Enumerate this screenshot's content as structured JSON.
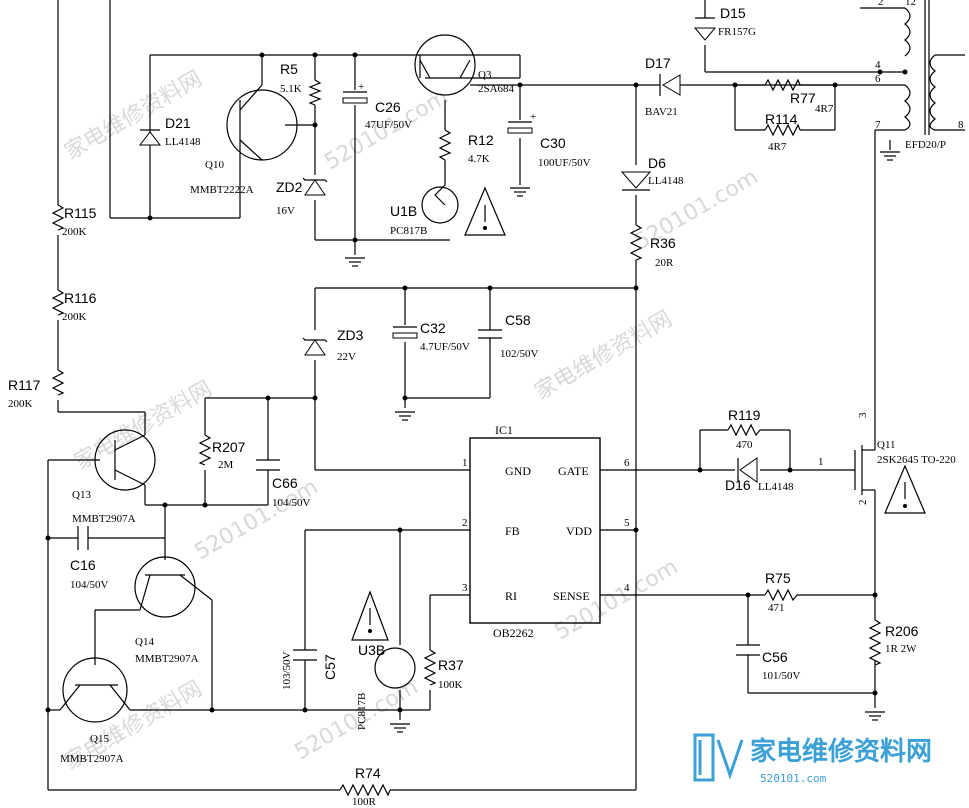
{
  "components": {
    "d15": {
      "ref": "D15",
      "value": "FR157G"
    },
    "d17": {
      "ref": "D17",
      "value": "BAV21"
    },
    "d6": {
      "ref": "D6",
      "value": "LL4148"
    },
    "d21": {
      "ref": "D21",
      "value": "LL4148"
    },
    "d16": {
      "ref": "D16",
      "value": "LL4148"
    },
    "r5": {
      "ref": "R5",
      "value": "5.1K"
    },
    "r12": {
      "ref": "R12",
      "value": "4.7K"
    },
    "r36": {
      "ref": "R36",
      "value": "20R"
    },
    "r77": {
      "ref": "R77",
      "value": "4R7"
    },
    "r114": {
      "ref": "R114",
      "value": "4R7"
    },
    "r115": {
      "ref": "R115",
      "value": "200K"
    },
    "r116": {
      "ref": "R116",
      "value": "200K"
    },
    "r117": {
      "ref": "R117",
      "value": "200K"
    },
    "r207": {
      "ref": "R207",
      "value": "2M"
    },
    "r119": {
      "ref": "R119",
      "value": "470"
    },
    "r75": {
      "ref": "R75",
      "value": "471"
    },
    "r206": {
      "ref": "R206",
      "value": "1R 2W"
    },
    "r37": {
      "ref": "R37",
      "value": "100K"
    },
    "r74": {
      "ref": "R74",
      "value": "100R"
    },
    "c26": {
      "ref": "C26",
      "value": "47UF/50V"
    },
    "c30": {
      "ref": "C30",
      "value": "100UF/50V"
    },
    "c32": {
      "ref": "C32",
      "value": "4.7UF/50V"
    },
    "c58": {
      "ref": "C58",
      "value": "102/50V"
    },
    "c66": {
      "ref": "C66",
      "value": "104/50V"
    },
    "c16": {
      "ref": "C16",
      "value": "104/50V"
    },
    "c57": {
      "ref": "C57",
      "value": "103/50V"
    },
    "c56": {
      "ref": "C56",
      "value": "101/50V"
    },
    "q3": {
      "ref": "Q3",
      "value": "2SA684"
    },
    "q10": {
      "ref": "Q10",
      "value": "MMBT2222A"
    },
    "q13": {
      "ref": "Q13",
      "value": "MMBT2907A"
    },
    "q14": {
      "ref": "Q14",
      "value": "MMBT2907A"
    },
    "q15": {
      "ref": "Q15",
      "value": "MMBT2907A"
    },
    "q11": {
      "ref": "Q11",
      "value": "2SK2645 TO-220"
    },
    "zd2": {
      "ref": "ZD2",
      "value": "16V"
    },
    "zd3": {
      "ref": "ZD3",
      "value": "22V"
    },
    "u1b": {
      "ref": "U1B",
      "value": "PC817B"
    },
    "u3b": {
      "ref": "U3B",
      "value": "PC817B"
    },
    "t1": {
      "ref": "EFD20/P"
    }
  },
  "ic1": {
    "ref": "IC1",
    "part": "OB2262",
    "pins": {
      "gnd": {
        "num": "1",
        "name": "GND"
      },
      "fb": {
        "num": "2",
        "name": "FB"
      },
      "ri": {
        "num": "3",
        "name": "RI"
      },
      "sense": {
        "num": "4",
        "name": "SENSE"
      },
      "vdd": {
        "num": "5",
        "name": "VDD"
      },
      "gate": {
        "num": "6",
        "name": "GATE"
      }
    }
  },
  "pin_numbers": {
    "t_2": "2",
    "t_12": "12",
    "t_4": "4",
    "t_6": "6",
    "t_7": "7",
    "t_8": "8",
    "q11_gate": "1",
    "q11_drain": "3",
    "q11_source": "2"
  },
  "watermark": {
    "text": "家电维修资料网",
    "url": "520101.com",
    "logo_text": "家电维修资料网",
    "logo_url": "520101.com"
  }
}
